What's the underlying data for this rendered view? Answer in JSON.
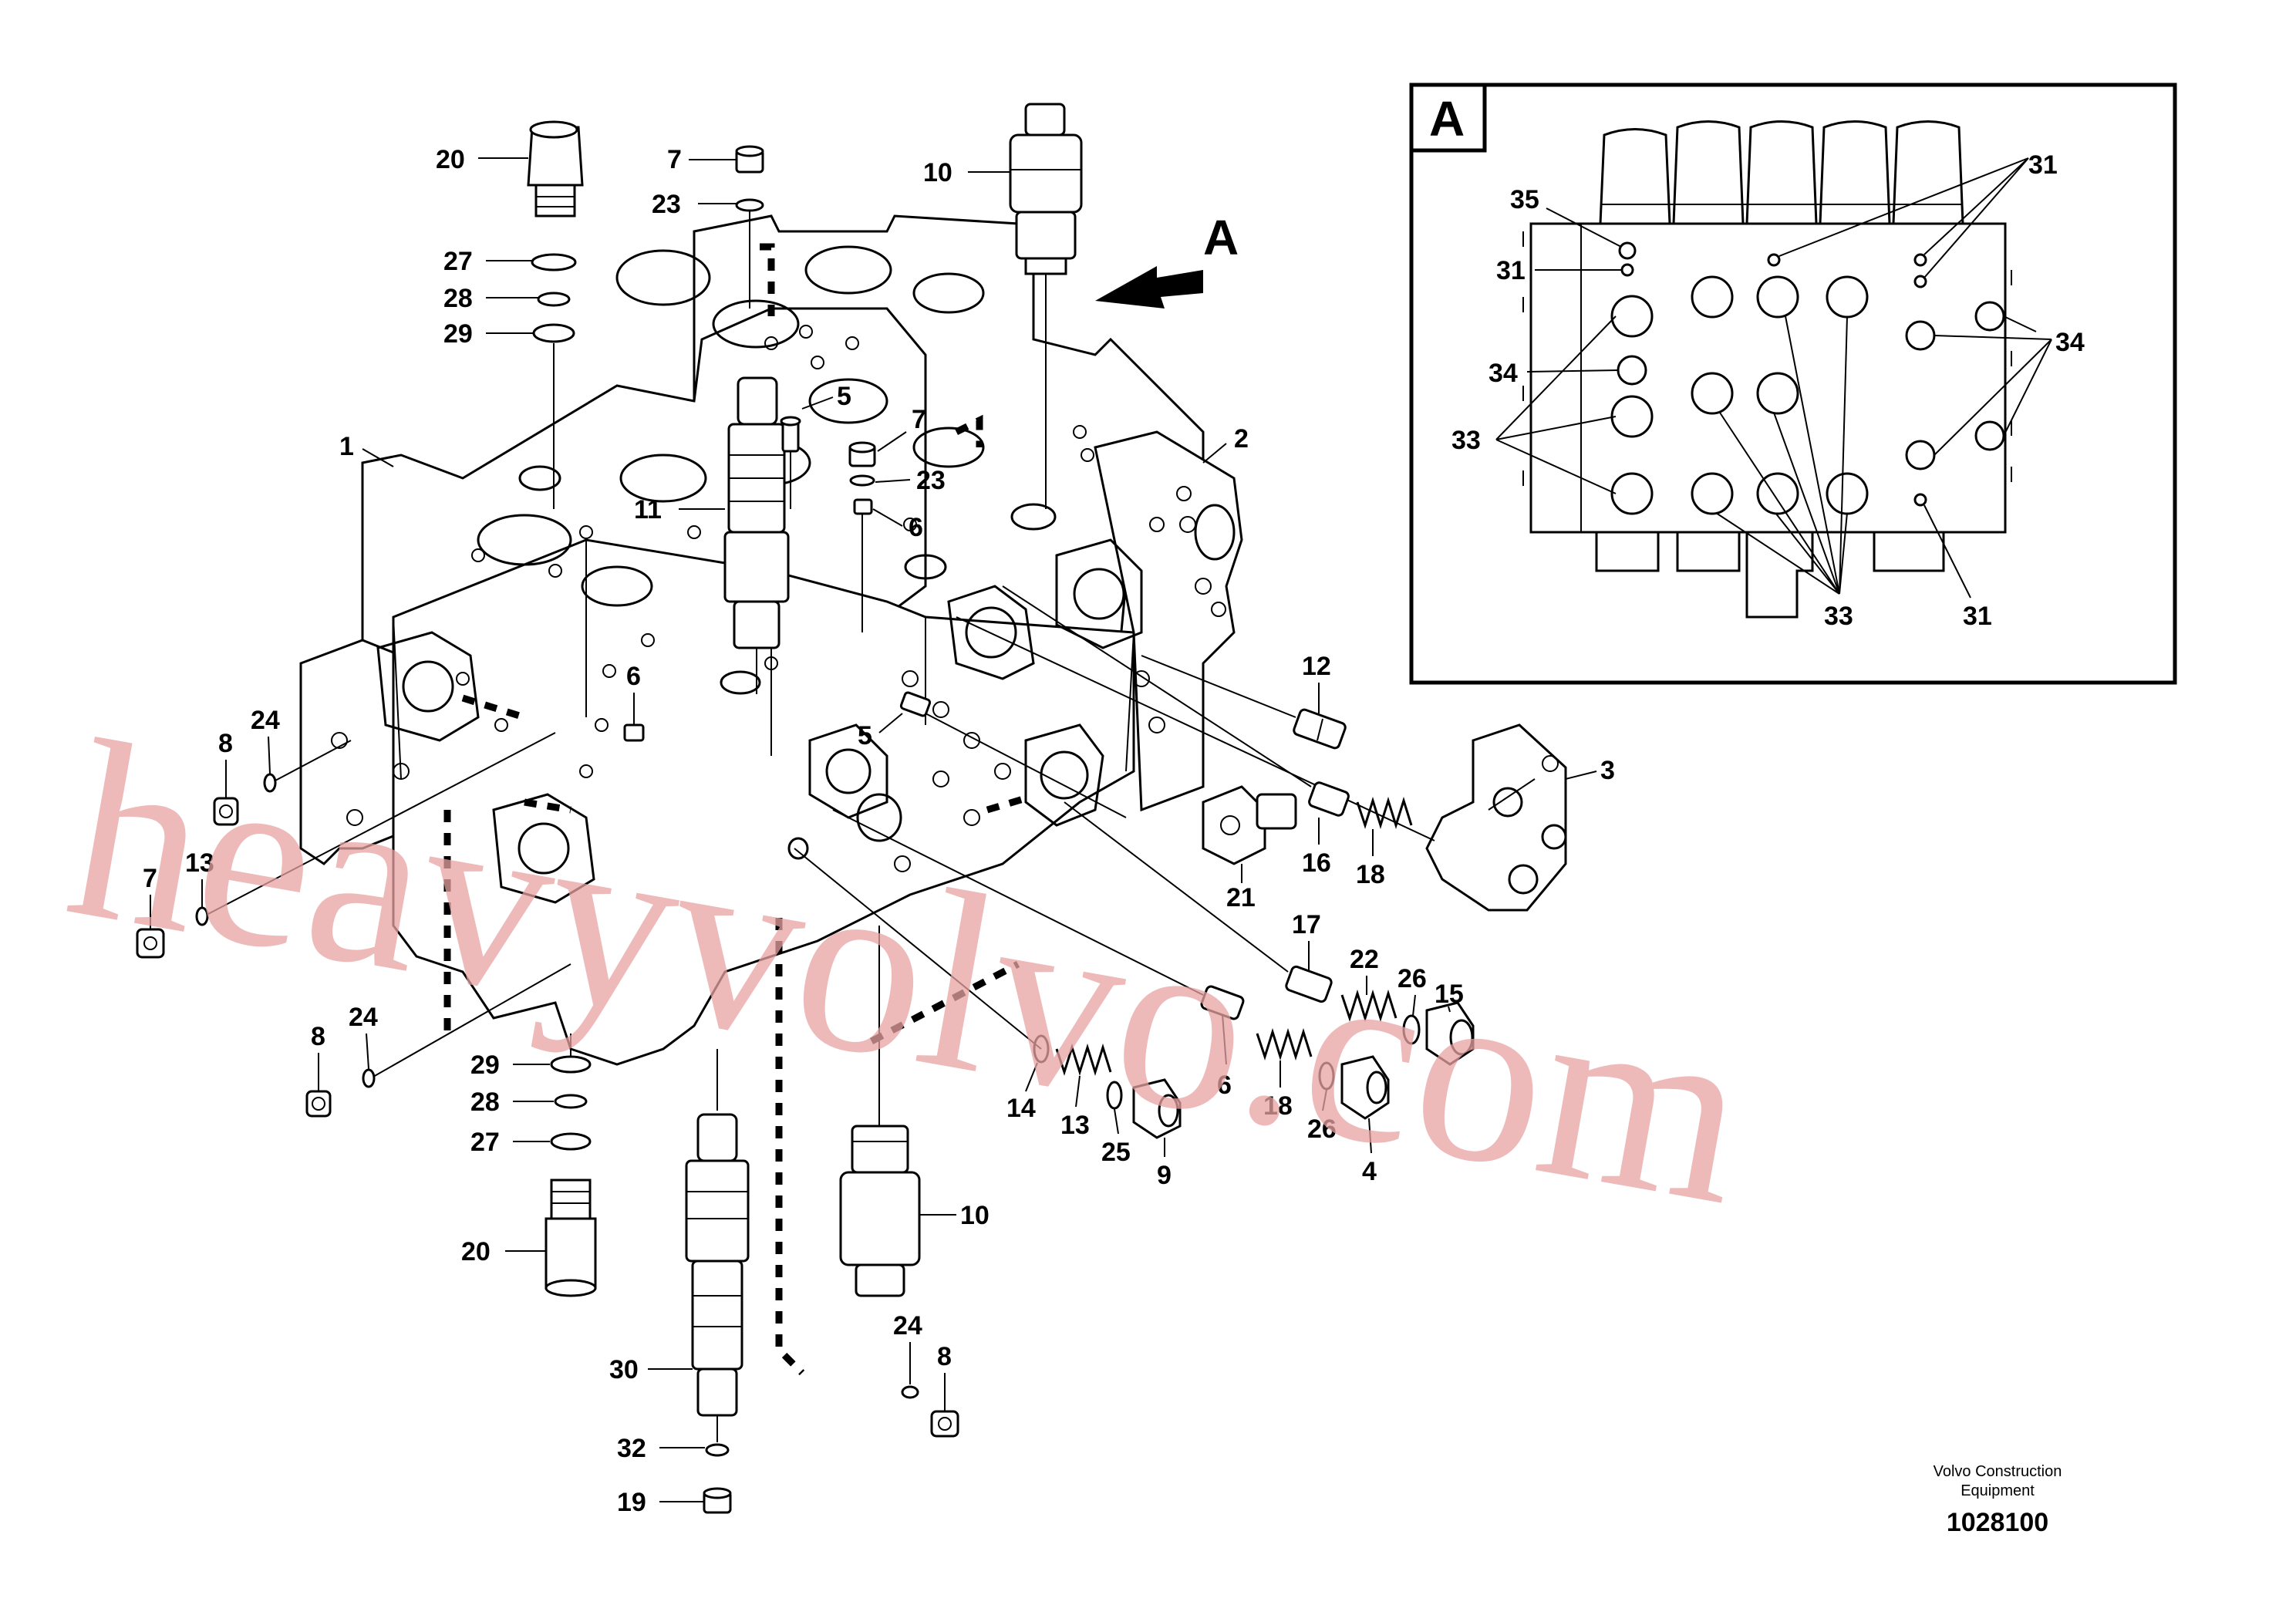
{
  "detail": {
    "letter": "A"
  },
  "main_view": {
    "arrow_label": "A"
  },
  "callouts": {
    "c20_top": "20",
    "c27_top": "27",
    "c28_top": "28",
    "c29_top": "29",
    "c7_top": "7",
    "c23_top": "23",
    "c10_top": "10",
    "c1": "1",
    "c2": "2",
    "c5_top": "5",
    "c7_mid": "7",
    "c23_mid": "23",
    "c6_mid": "6",
    "c11": "11",
    "c6_left": "6",
    "c8_left": "8",
    "c24_left": "24",
    "c7_left": "7",
    "c13_left": "13",
    "c5_right": "5",
    "c12": "12",
    "c3": "3",
    "c21": "21",
    "c16": "16",
    "c18_top": "18",
    "c17": "17",
    "c22": "22",
    "c26_top": "26",
    "c15": "15",
    "c14": "14",
    "c13_bottom": "13",
    "c25": "25",
    "c9": "9",
    "c6_bottom": "6",
    "c18_bottom": "18",
    "c26_bottom": "26",
    "c4": "4",
    "c8_mid": "8",
    "c24_mid": "24",
    "c29_bottom": "29",
    "c28_bottom": "28",
    "c27_bottom": "27",
    "c20_bottom": "20",
    "c10_bottom": "10",
    "c30": "30",
    "c24_bottom": "24",
    "c8_bottom": "8",
    "c32": "32",
    "c19": "19"
  },
  "detail_callouts": {
    "d35": "35",
    "d31_a": "31",
    "d31_b": "31",
    "d31_c": "31",
    "d34_left": "34",
    "d34_right": "34",
    "d33_left": "33",
    "d33_bottom": "33"
  },
  "watermark": "heavyvolvo.com",
  "footer": {
    "company_line1": "Volvo Construction",
    "company_line2": "Equipment",
    "drawing_number": "1028100"
  }
}
